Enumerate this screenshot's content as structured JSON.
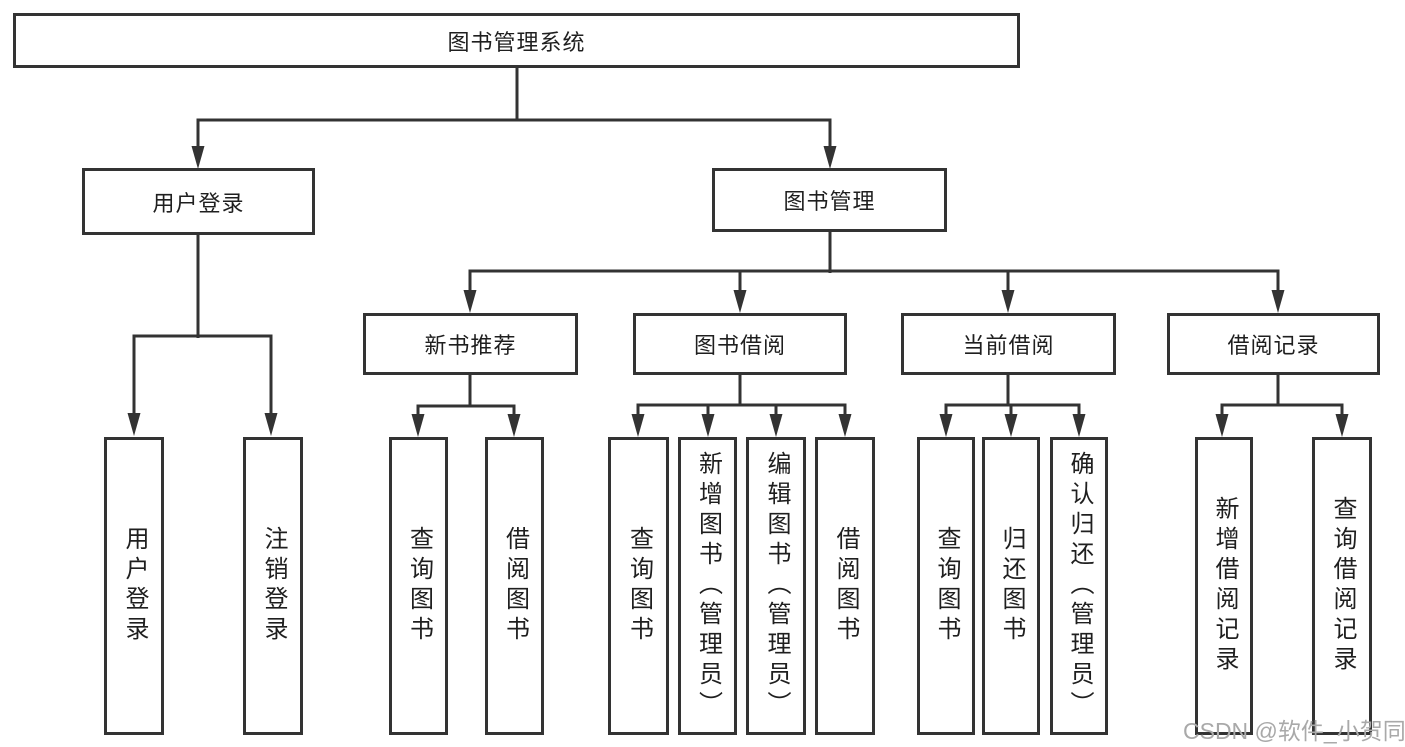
{
  "diagram": {
    "root": {
      "label": "图书管理系统"
    },
    "branches": [
      {
        "label": "用户登录",
        "children": [
          {
            "label": "用户登录"
          },
          {
            "label": "注销登录"
          }
        ]
      },
      {
        "label": "图书管理",
        "children": [
          {
            "label": "新书推荐",
            "children": [
              {
                "label": "查询图书"
              },
              {
                "label": "借阅图书"
              }
            ]
          },
          {
            "label": "图书借阅",
            "children": [
              {
                "label": "查询图书"
              },
              {
                "label": "新增图书（管理员）"
              },
              {
                "label": "编辑图书（管理员）"
              },
              {
                "label": "借阅图书"
              }
            ]
          },
          {
            "label": "当前借阅",
            "children": [
              {
                "label": "查询图书"
              },
              {
                "label": "归还图书"
              },
              {
                "label": "确认归还（管理员）"
              }
            ]
          },
          {
            "label": "借阅记录",
            "children": [
              {
                "label": "新增借阅记录"
              },
              {
                "label": "查询借阅记录"
              }
            ]
          }
        ]
      }
    ]
  },
  "watermark": "CSDN @软件_小贺同学",
  "colors": {
    "line": "#333333",
    "box_border": "#333333",
    "text": "#1f1f1f",
    "watermark": "#a9a9a9",
    "background": "#ffffff"
  }
}
